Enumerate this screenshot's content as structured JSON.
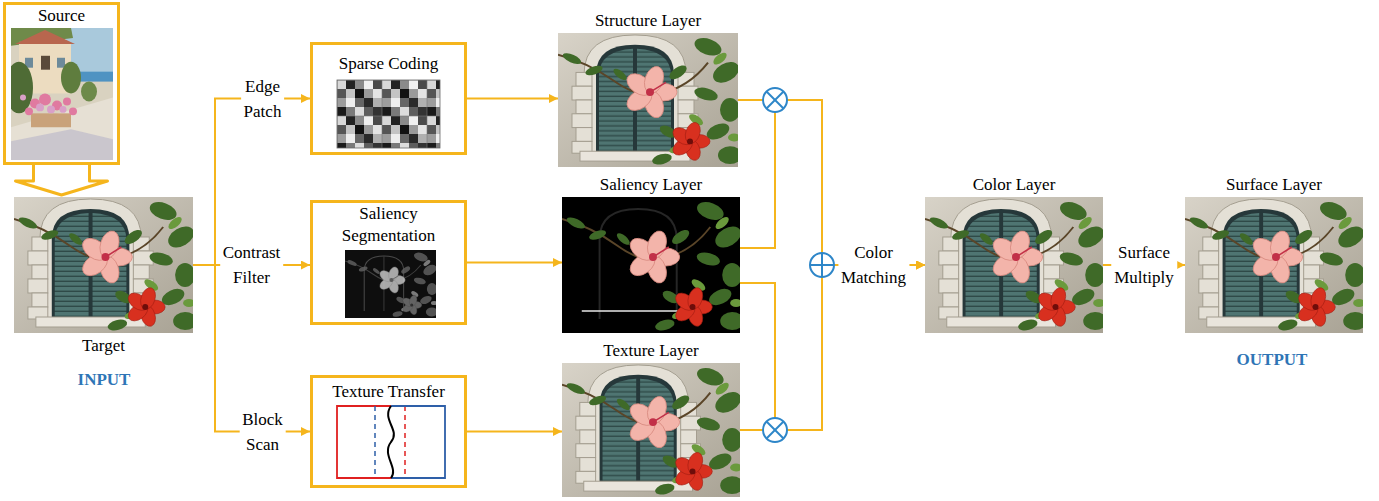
{
  "diagram": {
    "nodes": [
      {
        "text": [
          "Source"
        ]
      },
      {
        "text": [
          "Target"
        ]
      },
      {
        "text": [
          "Sparse Coding"
        ]
      },
      {
        "text": [
          "Saliency Segmentation"
        ]
      },
      {
        "text": [
          "Texture Transfer"
        ]
      },
      {
        "text": [
          "Structure Layer"
        ]
      },
      {
        "text": [
          "Saliency Layer"
        ]
      },
      {
        "text": [
          "Texture Layer"
        ]
      },
      {
        "text": [
          "Color Layer"
        ]
      },
      {
        "text": [
          "Surface Layer"
        ]
      }
    ],
    "edges": [
      {
        "from": 0,
        "to": 1,
        "arrow": "to"
      },
      {
        "from": 1,
        "to": 2,
        "arrow": "to",
        "label": "Edge Patch"
      },
      {
        "from": 1,
        "to": 3,
        "arrow": "to",
        "label": "Contrast Filter"
      },
      {
        "from": 1,
        "to": 4,
        "arrow": "to",
        "label": "Block Scan"
      },
      {
        "from": 2,
        "to": 5,
        "arrow": "to"
      },
      {
        "from": 3,
        "to": 6,
        "arrow": "to"
      },
      {
        "from": 4,
        "to": 7,
        "arrow": "to"
      },
      {
        "from": 5,
        "to": 8,
        "arrow": "to"
      },
      {
        "from": 6,
        "to": 8,
        "arrow": "to",
        "label": "Color Matching"
      },
      {
        "from": 7,
        "to": 8,
        "arrow": "to"
      },
      {
        "from": 8,
        "to": 9,
        "arrow": "to",
        "label": "Surface Multiply"
      }
    ],
    "labels": [
      "INPUT",
      "OUTPUT"
    ]
  }
}
